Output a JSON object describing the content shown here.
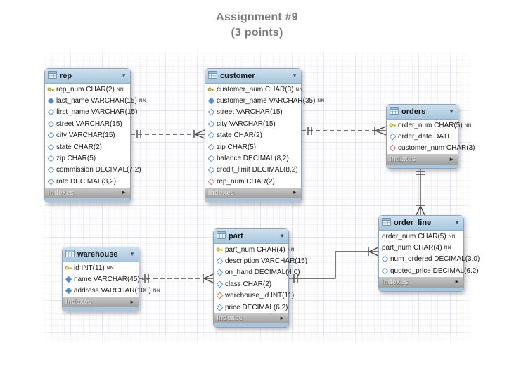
{
  "title": {
    "line1": "Assignment #9",
    "line2": "(3 points)"
  },
  "ui": {
    "nn_label": "NN",
    "indexes_label": "Indexes",
    "collapse_icon": "▼",
    "expand_icon": "►"
  },
  "colors": {
    "header_blue_top": "#cfe0ee",
    "header_blue_bottom": "#a7c6de",
    "indexes_gray": "#b0b0b0",
    "bottom_strip_blue": "#a9c6dc",
    "key_icon_yellow": "#f2df7a",
    "diamond_blue": "#5e99d3",
    "diamond_blue_filled": "#4d8cc8",
    "diamond_red": "#c97c70",
    "title_gray": "#7a7a7a",
    "line_gray": "#474747"
  },
  "tables": [
    {
      "id": "rep",
      "name": "rep",
      "columns": [
        {
          "icon": "key",
          "name": "rep_num",
          "type": "CHAR(2)",
          "nn": true
        },
        {
          "icon": "diamond-filled",
          "name": "last_name",
          "type": "VARCHAR(15)",
          "nn": true
        },
        {
          "icon": "diamond",
          "name": "first_name",
          "type": "VARCHAR(15)",
          "nn": false
        },
        {
          "icon": "diamond",
          "name": "street",
          "type": "VARCHAR(15)",
          "nn": false
        },
        {
          "icon": "diamond",
          "name": "city",
          "type": "VARCHAR(15)",
          "nn": false
        },
        {
          "icon": "diamond",
          "name": "state",
          "type": "CHAR(2)",
          "nn": false
        },
        {
          "icon": "diamond",
          "name": "zip",
          "type": "CHAR(5)",
          "nn": false
        },
        {
          "icon": "diamond",
          "name": "commission",
          "type": "DECIMAL(7,2)",
          "nn": false
        },
        {
          "icon": "diamond",
          "name": "rate",
          "type": "DECIMAL(3,2)",
          "nn": false
        }
      ]
    },
    {
      "id": "customer",
      "name": "customer",
      "columns": [
        {
          "icon": "key",
          "name": "customer_num",
          "type": "CHAR(3)",
          "nn": true
        },
        {
          "icon": "diamond-filled",
          "name": "customer_name",
          "type": "VARCHAR(35)",
          "nn": true
        },
        {
          "icon": "diamond",
          "name": "street",
          "type": "VARCHAR(15)",
          "nn": false
        },
        {
          "icon": "diamond",
          "name": "city",
          "type": "VARCHAR(15)",
          "nn": false
        },
        {
          "icon": "diamond",
          "name": "state",
          "type": "CHAR(2)",
          "nn": false
        },
        {
          "icon": "diamond",
          "name": "zip",
          "type": "CHAR(5)",
          "nn": false
        },
        {
          "icon": "diamond",
          "name": "balance",
          "type": "DECIMAL(8,2)",
          "nn": false
        },
        {
          "icon": "diamond",
          "name": "credit_limit",
          "type": "DECIMAL(8,2)",
          "nn": false
        },
        {
          "icon": "diamond-red",
          "name": "rep_num",
          "type": "CHAR(2)",
          "nn": false
        }
      ]
    },
    {
      "id": "orders",
      "name": "orders",
      "columns": [
        {
          "icon": "key",
          "name": "order_num",
          "type": "CHAR(5)",
          "nn": true
        },
        {
          "icon": "diamond",
          "name": "order_date",
          "type": "DATE",
          "nn": false
        },
        {
          "icon": "diamond-red",
          "name": "customer_num",
          "type": "CHAR(3)",
          "nn": false
        }
      ]
    },
    {
      "id": "order_line",
      "name": "order_line",
      "columns": [
        {
          "icon": "none",
          "name": "order_num",
          "type": "CHAR(5)",
          "nn": true
        },
        {
          "icon": "none",
          "name": "part_num",
          "type": "CHAR(4)",
          "nn": true
        },
        {
          "icon": "diamond",
          "name": "num_ordered",
          "type": "DECIMAL(3,0)",
          "nn": false
        },
        {
          "icon": "diamond",
          "name": "quoted_price",
          "type": "DECIMAL(6,2)",
          "nn": false
        }
      ]
    },
    {
      "id": "part",
      "name": "part",
      "columns": [
        {
          "icon": "key",
          "name": "part_num",
          "type": "CHAR(4)",
          "nn": true
        },
        {
          "icon": "diamond",
          "name": "description",
          "type": "VARCHAR(15)",
          "nn": false
        },
        {
          "icon": "diamond",
          "name": "on_hand",
          "type": "DECIMAL(4,0)",
          "nn": false
        },
        {
          "icon": "diamond",
          "name": "class",
          "type": "CHAR(2)",
          "nn": false
        },
        {
          "icon": "diamond-red",
          "name": "warehouse_id",
          "type": "INT(11)",
          "nn": false
        },
        {
          "icon": "diamond",
          "name": "price",
          "type": "DECIMAL(6,2)",
          "nn": false
        }
      ]
    },
    {
      "id": "warehouse",
      "name": "warehouse",
      "columns": [
        {
          "icon": "key",
          "name": "id",
          "type": "INT(11)",
          "nn": true
        },
        {
          "icon": "diamond-filled",
          "name": "name",
          "type": "VARCHAR(45)",
          "nn": true
        },
        {
          "icon": "diamond-filled",
          "name": "address",
          "type": "VARCHAR(100)",
          "nn": true
        }
      ]
    },
    {
      "id": "_relations_info",
      "name": "",
      "columns": []
    }
  ],
  "relations": [
    {
      "one_side": "rep",
      "many_side": "customer",
      "line": "dashed",
      "cardinality": "1:n"
    },
    {
      "one_side": "customer",
      "many_side": "orders",
      "line": "dashed",
      "cardinality": "1:n"
    },
    {
      "one_side": "orders",
      "many_side": "order_line",
      "line": "solid",
      "cardinality": "1:n"
    },
    {
      "one_side": "part",
      "many_side": "order_line",
      "line": "solid",
      "cardinality": "1:n"
    },
    {
      "one_side": "warehouse",
      "many_side": "part",
      "line": "dashed",
      "cardinality": "1:n"
    }
  ]
}
